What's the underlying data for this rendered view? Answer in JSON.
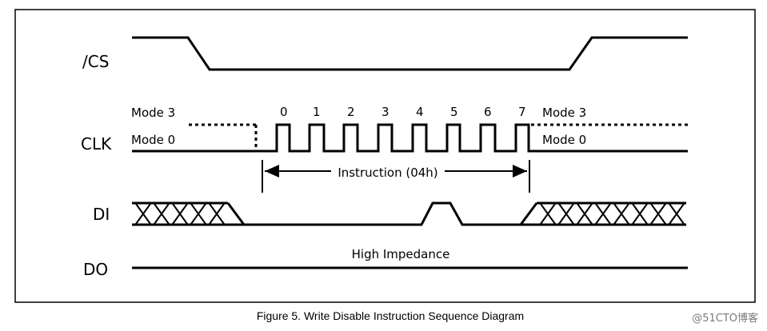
{
  "signals": {
    "cs": "/CS",
    "clk": "CLK",
    "di": "DI",
    "do": "DO"
  },
  "modes": {
    "mode3_left": "Mode 3",
    "mode0_left": "Mode 0",
    "mode3_right": "Mode 3",
    "mode0_right": "Mode 0"
  },
  "clock_numbers": [
    "0",
    "1",
    "2",
    "3",
    "4",
    "5",
    "6",
    "7"
  ],
  "instruction_label": "Instruction (04h)",
  "do_state": "High Impedance",
  "caption": "Figure 5. Write Disable Instruction Sequence Diagram",
  "watermark": "@51CTO博客"
}
